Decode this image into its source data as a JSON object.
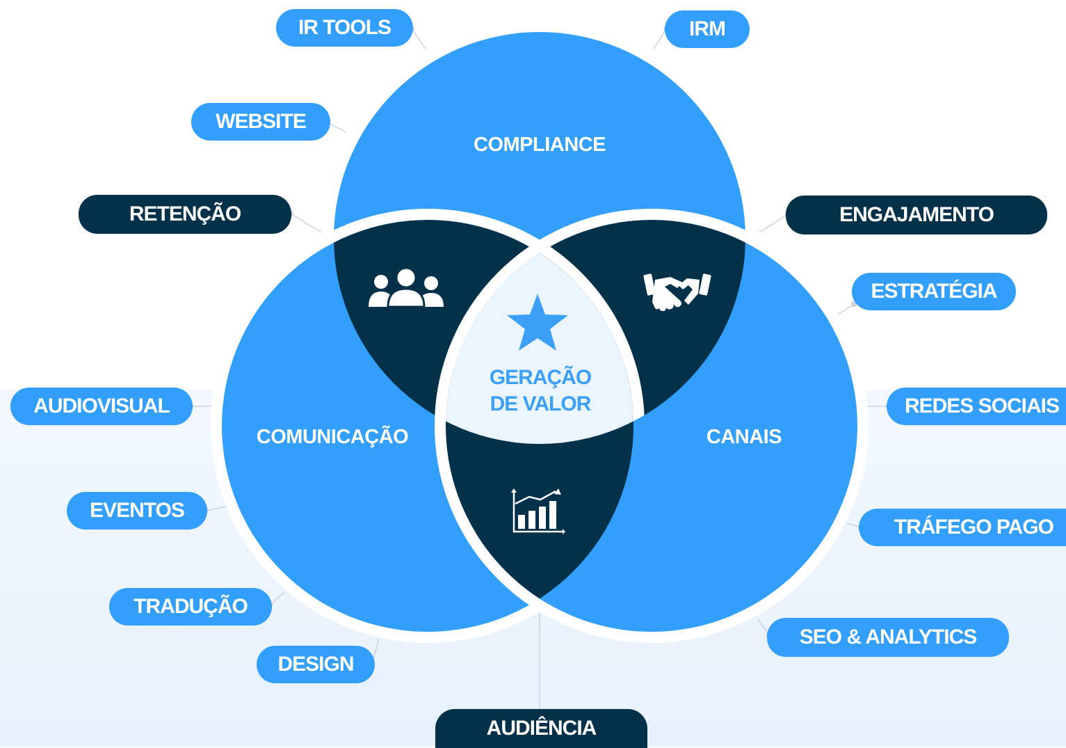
{
  "colors": {
    "accent": "#339ffc",
    "dark": "#03314a",
    "center_fill": "#eaf5ff",
    "center_text": "#3b9ff5",
    "connector": "#c9d3dc"
  },
  "circles": {
    "top": "COMPLIANCE",
    "left": "COMUNICAÇÃO",
    "right": "CANAIS"
  },
  "center": {
    "line1": "GERAÇÃO",
    "line2": "DE VALOR",
    "icon": "star-icon"
  },
  "intersections": {
    "top_left_icon": "people-group-icon",
    "top_right_icon": "handshake-icon",
    "bottom_icon": "bar-chart-growth-icon"
  },
  "labels": {
    "ir_tools": "IR TOOLS",
    "irm": "IRM",
    "website": "WEBSITE",
    "retencao": "RETENÇÃO",
    "engajamento": "ENGAJAMENTO",
    "estrategia": "ESTRATÉGIA",
    "audiovisual": "AUDIOVISUAL",
    "redes_sociais": "REDES SOCIAIS",
    "eventos": "EVENTOS",
    "trafego_pago": "TRÁFEGO PAGO",
    "traducao": "TRADUÇÃO",
    "seo_analytics": "SEO & ANALYTICS",
    "design": "DESIGN",
    "audiencia": "AUDIÊNCIA"
  }
}
